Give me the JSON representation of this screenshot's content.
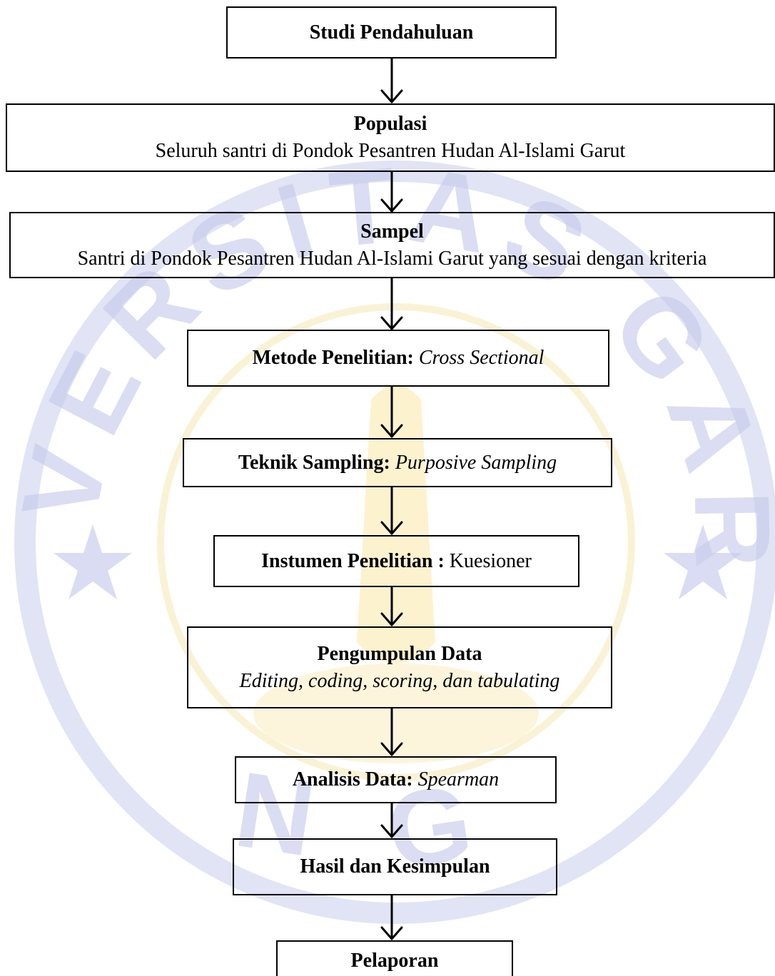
{
  "watermark": {
    "arc_top": "UNIVERSITAS GARUT",
    "arc_bottom": "UNGA",
    "colors": {
      "blue": "#c4c8ea",
      "yellow": "#fbe7a6"
    },
    "star_icon": "star-icon"
  },
  "flow": {
    "studi": {
      "title": "Studi Pendahuluan"
    },
    "populasi": {
      "title": "Populasi",
      "desc": "Seluruh santri di Pondok Pesantren Hudan Al-Islami Garut"
    },
    "sampel": {
      "title": "Sampel",
      "desc": "Santri di Pondok Pesantren Hudan Al-Islami Garut yang sesuai dengan kriteria"
    },
    "metode": {
      "label": "Metode Penelitian:",
      "value": "Cross Sectional"
    },
    "teknik": {
      "label": "Teknik Sampling:",
      "value": "Purposive Sampling"
    },
    "instrumen": {
      "label": "Instumen Penelitian :",
      "value": "Kuesioner"
    },
    "pengumpulan": {
      "title": "Pengumpulan Data",
      "desc": "Editing, coding, scoring, dan tabulating"
    },
    "analisis": {
      "label": "Analisis Data:",
      "value": "Spearman"
    },
    "hasil": {
      "title": "Hasil dan Kesimpulan"
    },
    "pelaporan": {
      "title": "Pelaporan"
    }
  }
}
